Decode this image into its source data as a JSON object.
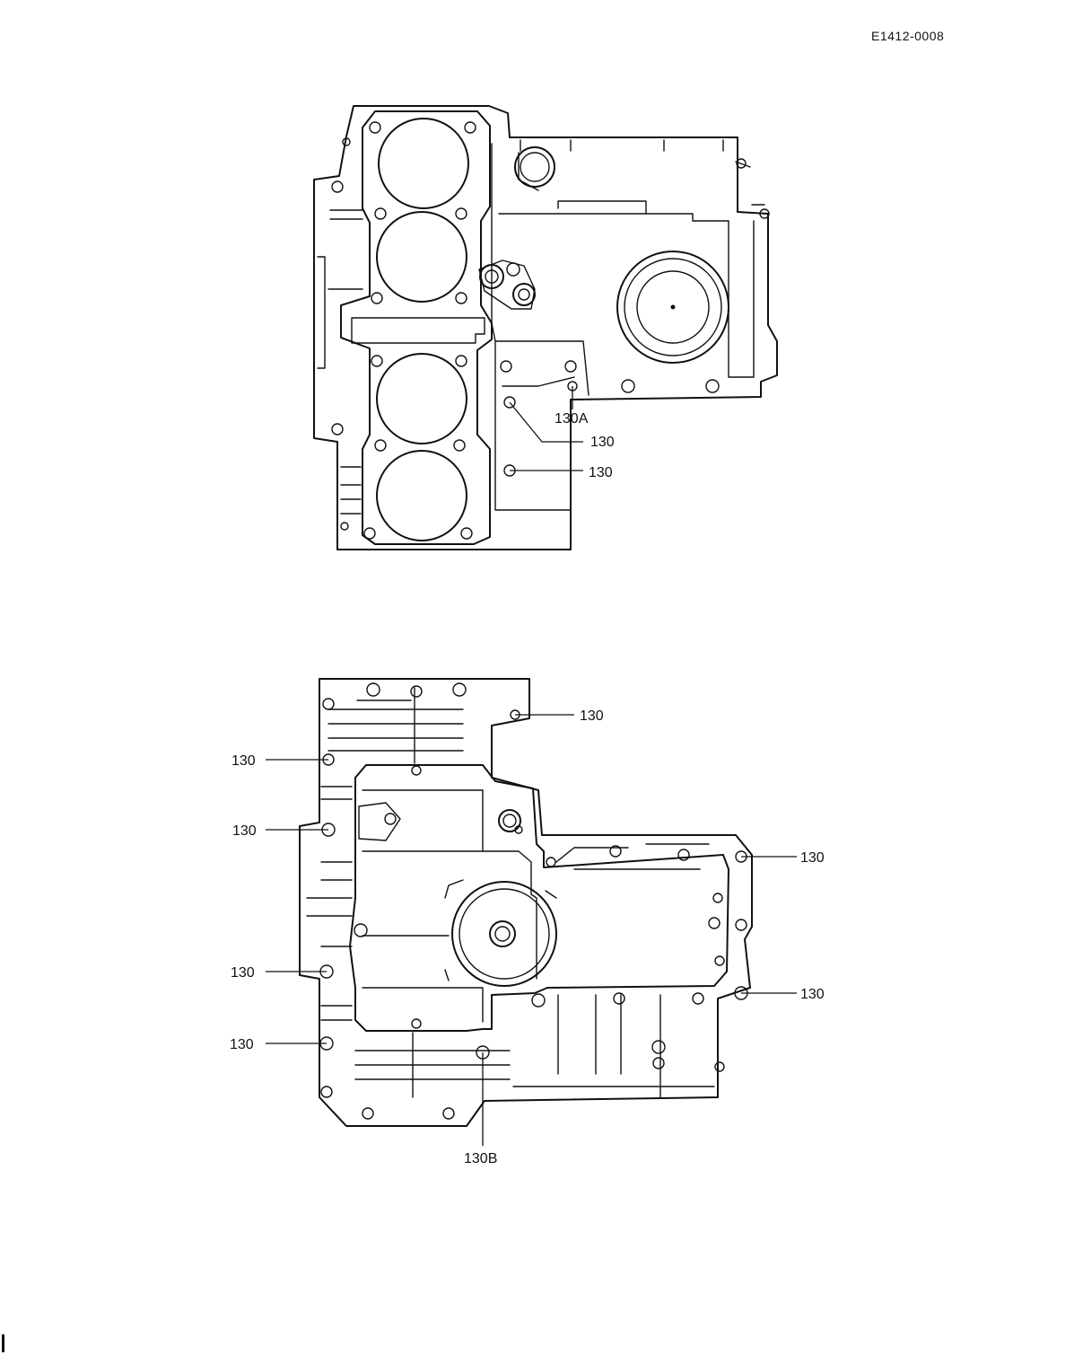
{
  "document": {
    "page_code": "E1412-0008"
  },
  "diagrams": {
    "top": {
      "callouts": [
        "130A",
        "130",
        "130"
      ]
    },
    "bottom": {
      "callouts": [
        "130",
        "130",
        "130",
        "130",
        "130",
        "130",
        "130",
        "130B"
      ]
    }
  },
  "colors": {
    "ink": "#111111",
    "paper": "#ffffff"
  }
}
